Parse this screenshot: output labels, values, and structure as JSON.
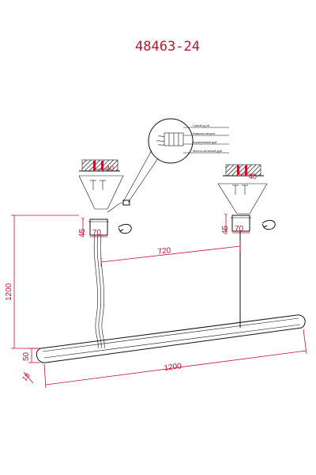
{
  "drawing": {
    "model_number": "48463-24",
    "dimensions": {
      "mount_width_left": "40",
      "mount_width_right": "40",
      "canopy_height_left": "45",
      "canopy_width_left": "70",
      "canopy_height_right": "45",
      "canopy_width_right": "70",
      "suspension_spacing": "720",
      "overall_drop": "1200",
      "body_height": "50",
      "body_width": "18",
      "body_length": "1200"
    },
    "wiring_legend": [
      "Синий д.рй",
      "Кaмина сахдла",
      "Коричневый дуй",
      "Желто-зеленый дуй"
    ]
  },
  "colors": {
    "line": "#111111",
    "dimension": "#c8102e"
  }
}
